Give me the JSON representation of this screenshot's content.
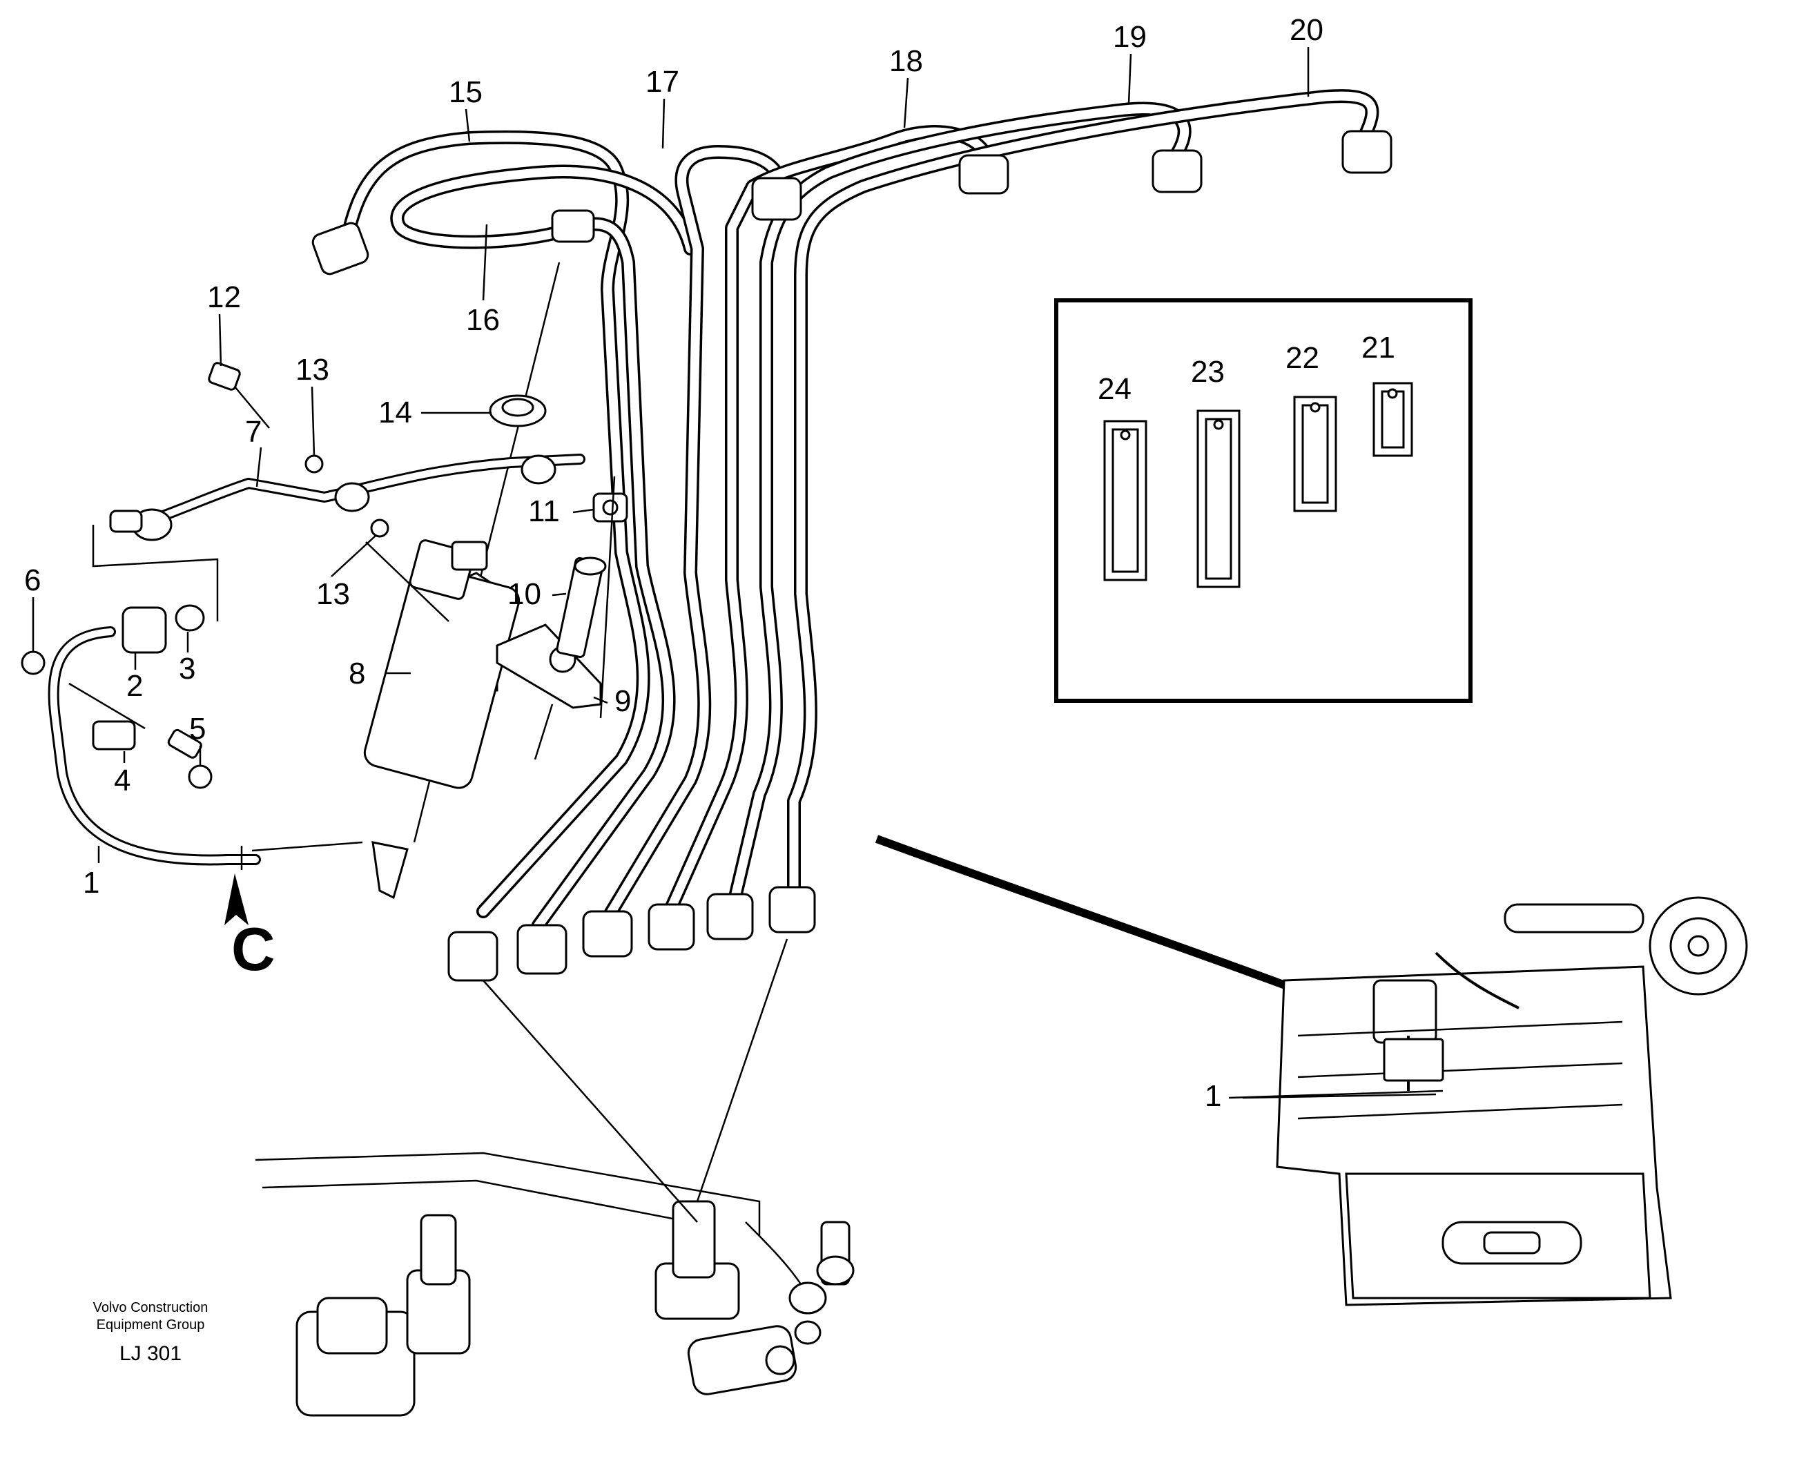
{
  "diagram": {
    "callouts": [
      {
        "id": "1",
        "text": "1"
      },
      {
        "id": "2",
        "text": "2"
      },
      {
        "id": "3",
        "text": "3"
      },
      {
        "id": "4",
        "text": "4"
      },
      {
        "id": "5",
        "text": "5"
      },
      {
        "id": "6",
        "text": "6"
      },
      {
        "id": "7",
        "text": "7"
      },
      {
        "id": "8",
        "text": "8"
      },
      {
        "id": "9",
        "text": "9"
      },
      {
        "id": "10",
        "text": "10"
      },
      {
        "id": "11",
        "text": "11"
      },
      {
        "id": "12",
        "text": "12"
      },
      {
        "id": "13a",
        "text": "13"
      },
      {
        "id": "13b",
        "text": "13"
      },
      {
        "id": "14",
        "text": "14"
      },
      {
        "id": "15",
        "text": "15"
      },
      {
        "id": "16",
        "text": "16"
      },
      {
        "id": "17",
        "text": "17"
      },
      {
        "id": "18",
        "text": "18"
      },
      {
        "id": "19",
        "text": "19"
      },
      {
        "id": "20",
        "text": "20"
      },
      {
        "id": "21",
        "text": "21"
      },
      {
        "id": "22",
        "text": "22"
      },
      {
        "id": "23",
        "text": "23"
      },
      {
        "id": "24",
        "text": "24"
      },
      {
        "id": "engine1",
        "text": "1"
      }
    ],
    "view_marker": "C",
    "footer": {
      "line1": "Volvo Construction",
      "line2": "Equipment Group",
      "code": "LJ 301"
    }
  }
}
